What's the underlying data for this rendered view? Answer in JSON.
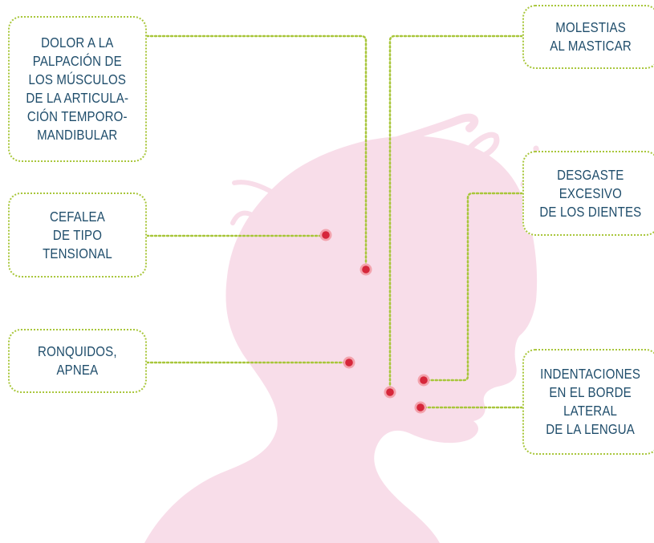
{
  "colors": {
    "silhouette": "#f8dde9",
    "connector": "#a8c63a",
    "box_text": "#1f4d6b",
    "marker_fill": "#d6263a",
    "marker_ring": "#f3a3ad"
  },
  "labels": {
    "tmj_pain": "DOLOR A LA\nPALPACIÓN DE\nLOS MÚSCULOS\nDE LA ARTICULA-\nCIÓN TEMPORO-\nMANDIBULAR",
    "tension_headache": "CEFALEA\nDE TIPO\nTENSIONAL",
    "snoring": "RONQUIDOS,\nAPNEA",
    "chewing_discomfort": "MOLESTIAS\nAL MASTICAR",
    "teeth_wear": "DESGASTE\nEXCESIVO\nDE LOS DIENTES",
    "tongue_indentations": "INDENTACIONES\nEN EL BORDE\nLATERAL\nDE LA LENGUA"
  }
}
